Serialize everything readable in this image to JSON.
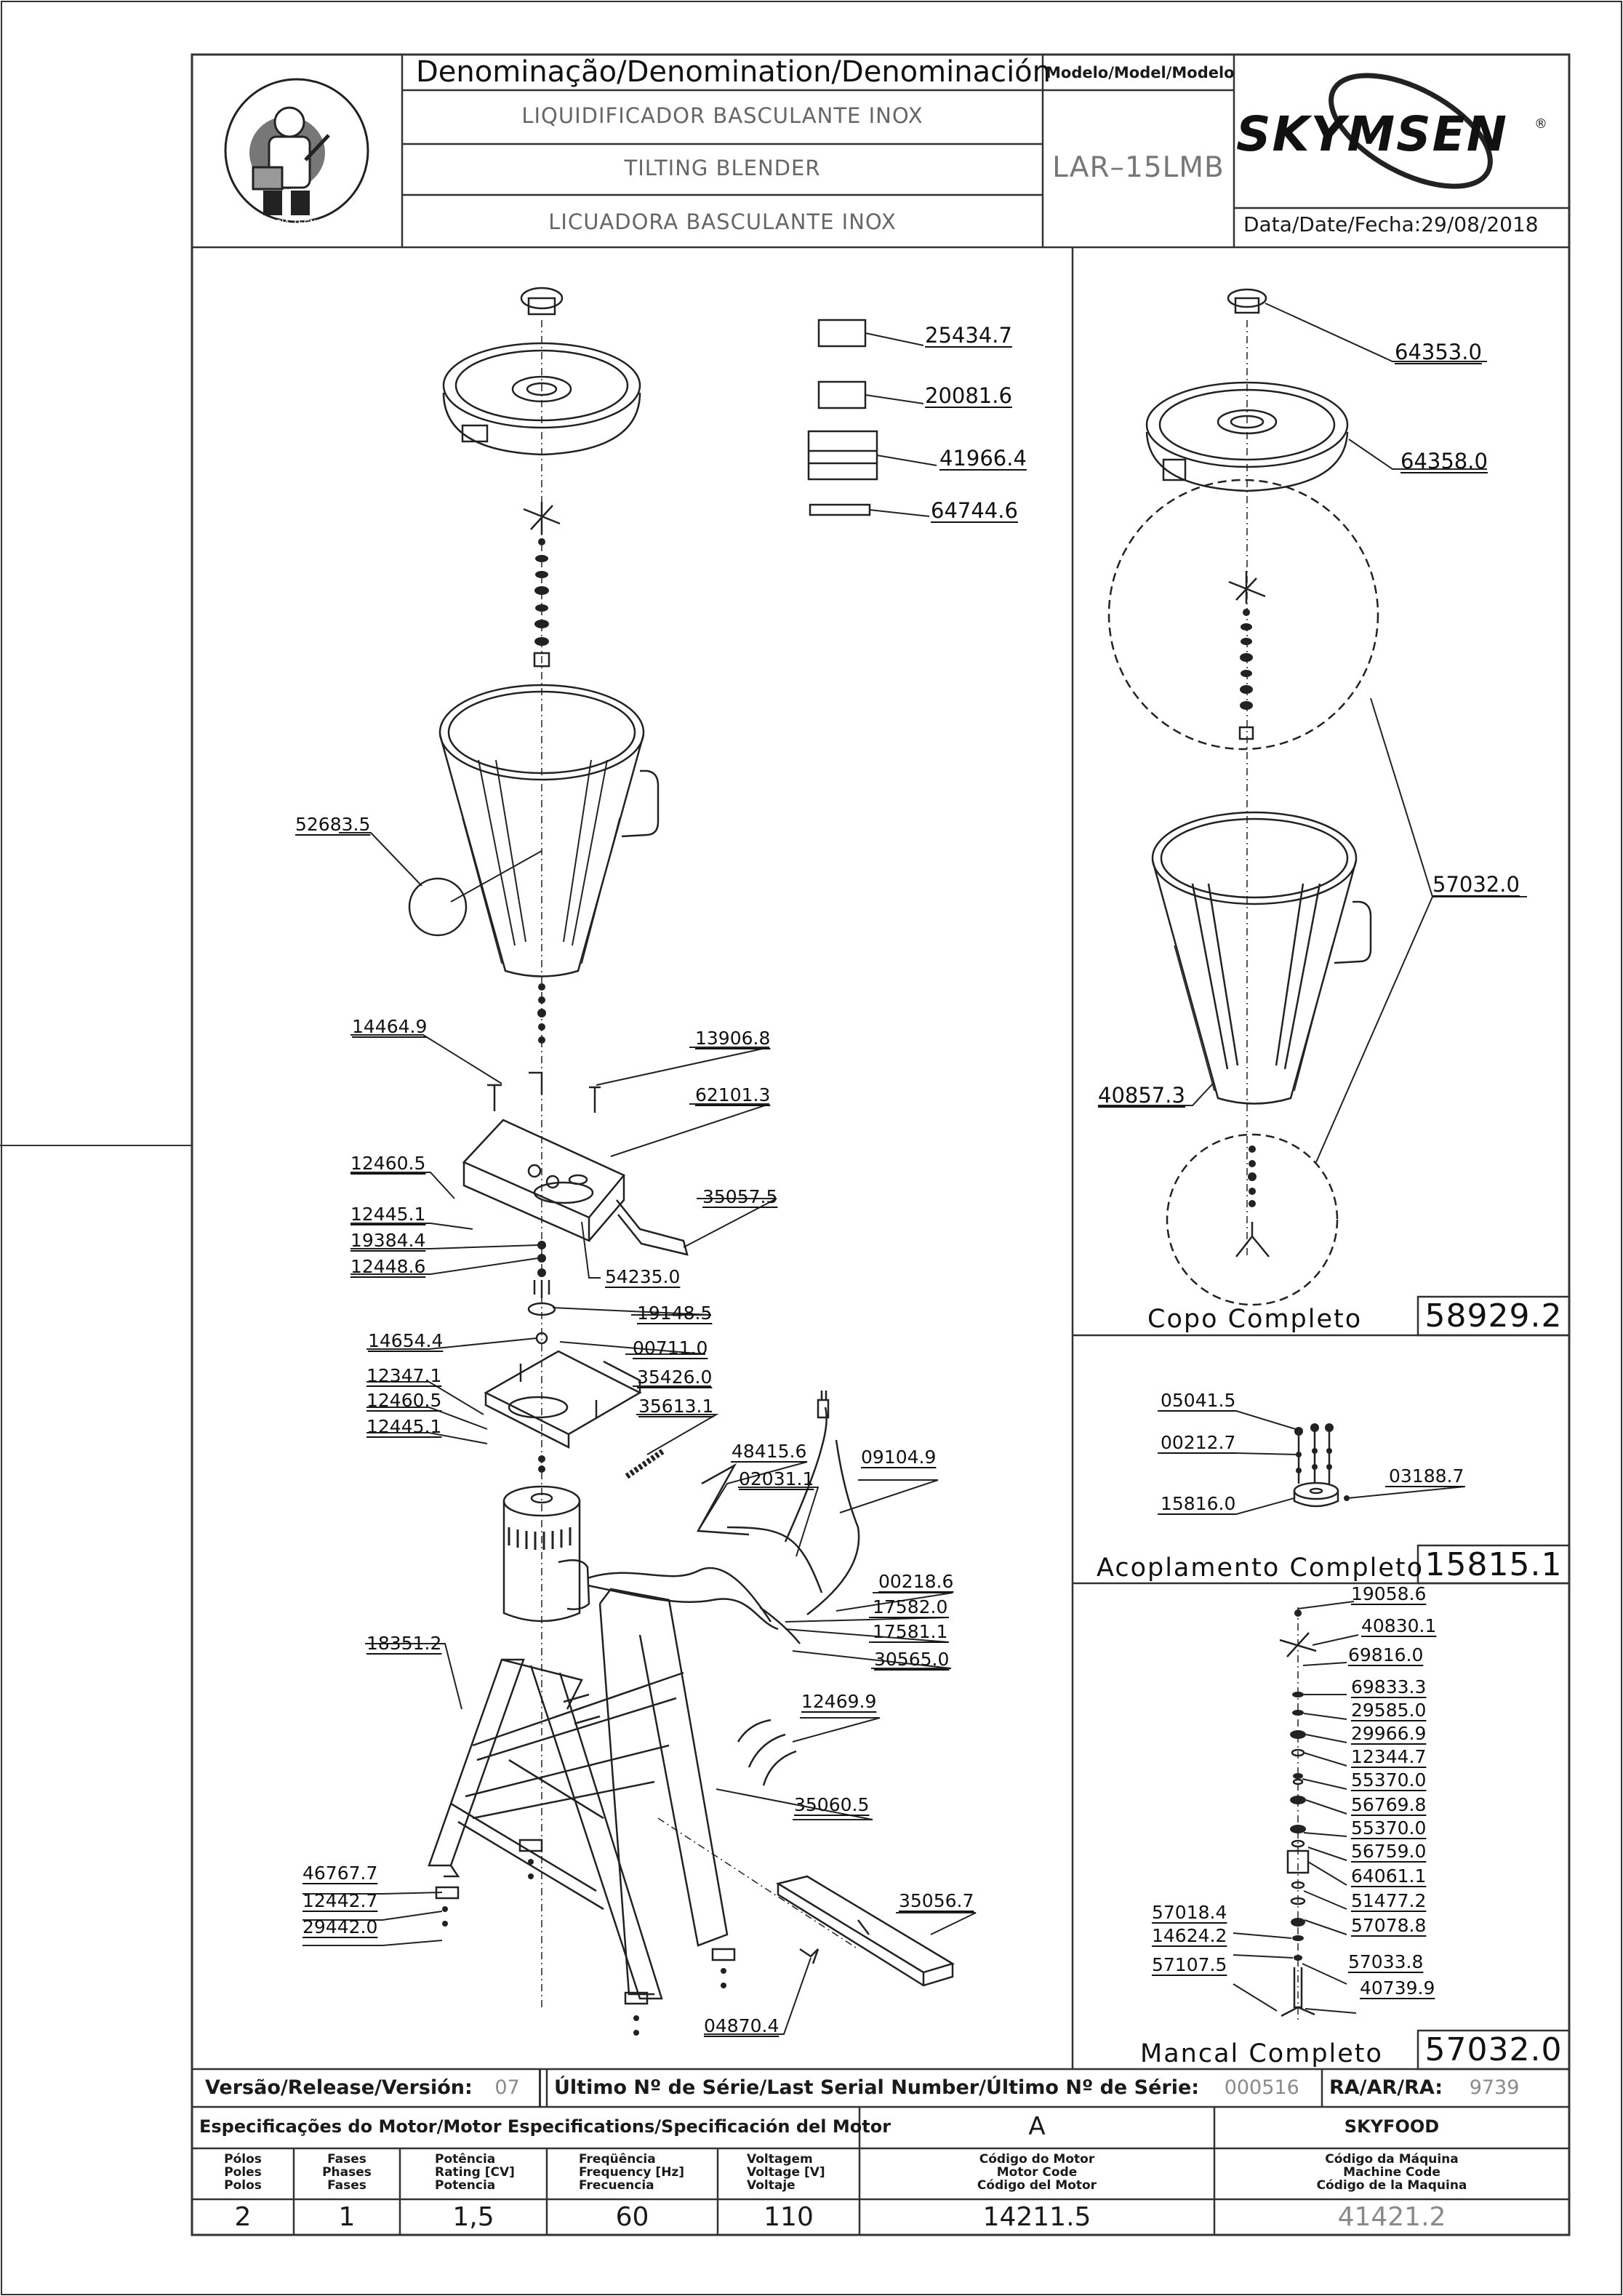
{
  "header": {
    "denomination_title": "Denominação/Denomination/Denominación",
    "model_title": "Modelo/Model/Modelo",
    "name_pt": "LIQUIDIFICADOR BASCULANTE INOX",
    "name_en": "TILTING BLENDER",
    "name_es": "LICUADORA BASCULANTE INOX",
    "model": "LAR–15LMB",
    "brand": "SKYMSEN",
    "date_label": "Data/Date/Fecha:",
    "date": "29/08/2018",
    "seal_text": "ASSISTÊNCIA TÉCNICA AUTORIZADA"
  },
  "main_parts": [
    "25434.7",
    "20081.6",
    "41966.4",
    "64744.6",
    "52683.5",
    "14464.9",
    "13906.8",
    "62101.3",
    "12460.5",
    "12445.1",
    "19384.4",
    "12448.6",
    "35057.5",
    "54235.0",
    "19148.5",
    "14654.4",
    "00711.0",
    "12347.1",
    "12460.5",
    "12445.1",
    "35426.0",
    "35613.1",
    "48415.6",
    "02031.1",
    "09104.9",
    "00218.6",
    "17582.0",
    "17581.1",
    "30565.0",
    "18351.2",
    "12469.9",
    "35060.5",
    "46767.7",
    "12442.7",
    "29442.0",
    "35056.7",
    "04870.4"
  ],
  "copo": {
    "parts": [
      "64353.0",
      "64358.0",
      "57032.0",
      "40857.3"
    ],
    "title": "Copo Completo",
    "code": "58929.2"
  },
  "acoplamento": {
    "parts": [
      "05041.5",
      "00212.7",
      "03188.7",
      "15816.0"
    ],
    "title": "Acoplamento Completo",
    "code": "15815.1"
  },
  "mancal": {
    "parts": [
      "19058.6",
      "40830.1",
      "69816.0",
      "69833.3",
      "29585.0",
      "29966.9",
      "12344.7",
      "55370.0",
      "56769.8",
      "55370.0",
      "56759.0",
      "64061.1",
      "51477.2",
      "57078.8",
      "57018.4",
      "14624.2",
      "57033.8",
      "57107.5",
      "40739.9"
    ],
    "title": "Mancal Completo",
    "code": "57032.0"
  },
  "footer": {
    "version_label": "Versão/Release/Versión:",
    "version": "07",
    "serial_label": "Último Nº de Série/Last Serial Number/Último Nº de Série:",
    "serial": "000516",
    "ra_label": "RA/AR/RA:",
    "ra": "9739",
    "motor_spec_label": "Especificações do Motor/Motor Especifications/Specificación del Motor",
    "revision": "A",
    "company": "SKYFOOD",
    "columns": [
      {
        "h1": "Pólos",
        "h2": "Poles",
        "h3": "Polos",
        "value": "2"
      },
      {
        "h1": "Fases",
        "h2": "Phases",
        "h3": "Fases",
        "value": "1"
      },
      {
        "h1": "Potência",
        "h2": "Rating [CV]",
        "h3": "Potencia",
        "value": "1,5"
      },
      {
        "h1": "Freqüência",
        "h2": "Frequency [Hz]",
        "h3": "Frecuencia",
        "value": "60"
      },
      {
        "h1": "Voltagem",
        "h2": "Voltage [V]",
        "h3": "Voltaje",
        "value": "110"
      },
      {
        "h1": "Código do Motor",
        "h2": "Motor Code",
        "h3": "Código del Motor",
        "value": "14211.5"
      },
      {
        "h1": "Código da Máquina",
        "h2": "Machine Code",
        "h3": "Código de la Maquina",
        "value": "41421.2"
      }
    ]
  }
}
